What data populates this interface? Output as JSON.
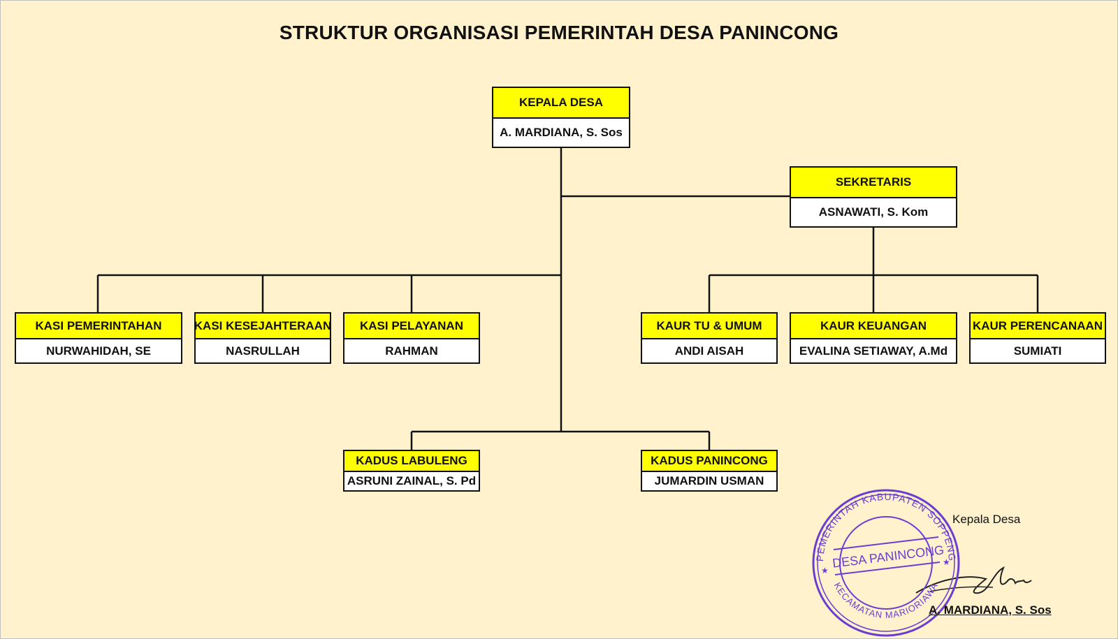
{
  "title": "STRUKTUR ORGANISASI PEMERINTAH DESA PANINCONG",
  "positions": {
    "kepala_desa": {
      "role": "KEPALA DESA",
      "name": "A. MARDIANA, S. Sos"
    },
    "sekretaris": {
      "role": "SEKRETARIS",
      "name": "ASNAWATI, S. Kom"
    },
    "kasi_pemerintahan": {
      "role": "KASI PEMERINTAHAN",
      "name": "NURWAHIDAH, SE"
    },
    "kasi_kesejahteraan": {
      "role": "KASI KESEJAHTERAAN",
      "name": "NASRULLAH"
    },
    "kasi_pelayanan": {
      "role": "KASI PELAYANAN",
      "name": "RAHMAN"
    },
    "kaur_tu_umum": {
      "role": "KAUR TU & UMUM",
      "name": "ANDI AISAH"
    },
    "kaur_keuangan": {
      "role": "KAUR KEUANGAN",
      "name": "EVALINA SETIAWAY, A.Md"
    },
    "kaur_perencanaan": {
      "role": "KAUR PERENCANAAN",
      "name": "SUMIATI"
    },
    "kadus_labuleng": {
      "role": "KADUS LABULENG",
      "name": "ASRUNI ZAINAL, S. Pd"
    },
    "kadus_panincong": {
      "role": "KADUS PANINCONG",
      "name": "JUMARDIN USMAN"
    }
  },
  "stamp": {
    "outer_text": "PEMERINTAH KABUPATEN SOPPENG",
    "bottom_text": "KECAMATAN MARIORIAWA",
    "center_text": "DESA PANINCONG",
    "color": "#6a3fd0"
  },
  "signature": {
    "title": "Kepala Desa",
    "name": "A. MARDIANA, S. Sos"
  },
  "colors": {
    "background": "#fff2cc",
    "role_fill": "#ffff00",
    "line": "#111111"
  }
}
